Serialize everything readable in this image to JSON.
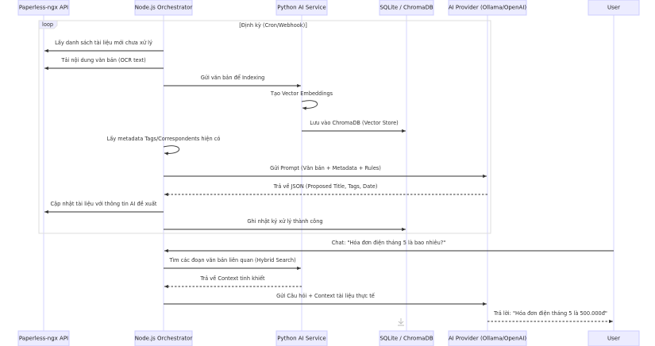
{
  "actors": [
    {
      "id": "paperless",
      "label": "Paperless-ngx API"
    },
    {
      "id": "node",
      "label": "Node.js Orchestrator"
    },
    {
      "id": "python",
      "label": "Python AI Service"
    },
    {
      "id": "db",
      "label": "SQLite / ChromaDB"
    },
    {
      "id": "ai",
      "label": "AI Provider (Ollama/OpenAI)"
    },
    {
      "id": "user",
      "label": "User"
    }
  ],
  "loop": {
    "keyword": "loop",
    "condition": "[Định kỳ (Cron/Webhook)]"
  },
  "messages": [
    {
      "from": "node",
      "to": "paperless",
      "text": "Lấy danh sách tài liệu mới chưa xử lý",
      "style": "solid"
    },
    {
      "from": "node",
      "to": "paperless",
      "text": "Tải nội dung văn bản (OCR text)",
      "style": "solid"
    },
    {
      "from": "node",
      "to": "python",
      "text": "Gửi văn bản để Indexing",
      "style": "solid"
    },
    {
      "from": "python",
      "to": "python",
      "text": "Tạo Vector Embeddings",
      "style": "solid"
    },
    {
      "from": "python",
      "to": "db",
      "text": "Lưu vào ChromaDB (Vector Store)",
      "style": "solid"
    },
    {
      "from": "node",
      "to": "node",
      "text": "Lấy metadata Tags/Correspondents hiện có",
      "style": "solid"
    },
    {
      "from": "node",
      "to": "ai",
      "text": "Gửi Prompt (Văn bản + Metadata + Rules)",
      "style": "solid"
    },
    {
      "from": "ai",
      "to": "node",
      "text": "Trả về JSON (Proposed Title, Tags, Date)",
      "style": "dashed"
    },
    {
      "from": "node",
      "to": "paperless",
      "text": "Cập nhật tài liệu với thông tin AI đề xuất",
      "style": "solid"
    },
    {
      "from": "node",
      "to": "db",
      "text": "Ghi nhật ký xử lý thành công",
      "style": "solid"
    },
    {
      "from": "user",
      "to": "node",
      "text": "Chat: \"Hóa đơn điện tháng 5 là bao nhiêu?\"",
      "style": "solid"
    },
    {
      "from": "node",
      "to": "python",
      "text": "Tìm các đoạn văn bản liên quan (Hybrid Search)",
      "style": "solid"
    },
    {
      "from": "python",
      "to": "node",
      "text": "Trả về Context tinh khiết",
      "style": "dashed"
    },
    {
      "from": "node",
      "to": "ai",
      "text": "Gửi Câu hỏi + Context tài liệu thực tế",
      "style": "solid"
    },
    {
      "from": "ai",
      "to": "user",
      "text": "Trả lời: \"Hóa đơn điện tháng 5 là 500.000đ\"",
      "style": "dashed"
    }
  ]
}
